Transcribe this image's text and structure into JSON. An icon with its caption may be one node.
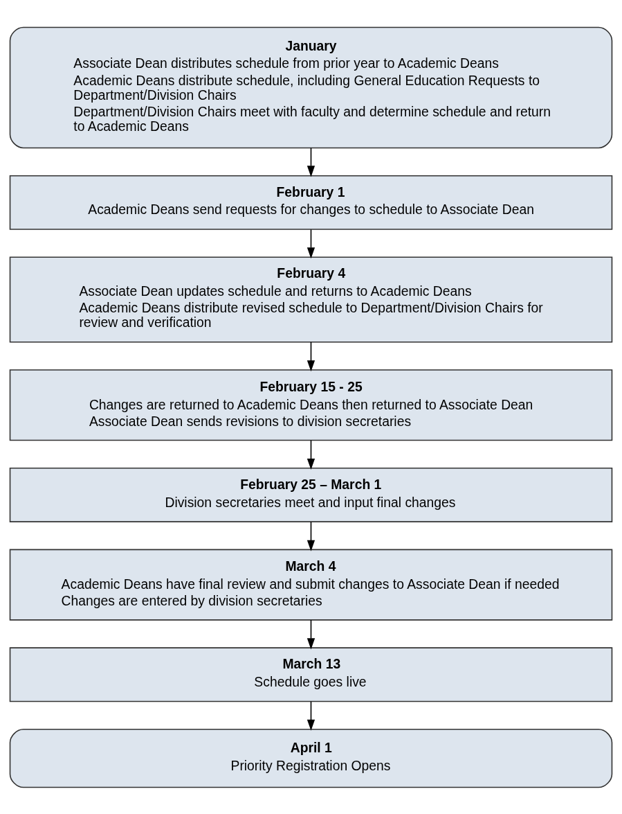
{
  "diagram": {
    "nodes": [
      {
        "text": [
          "January",
          "Associate Dean distributes schedule from prior year to Academic Deans",
          "Academic Deans distribute schedule, including General Education Requests to Department/Division Chairs",
          "Department/Division Chairs meet with faculty and determine schedule and return to Academic Deans"
        ]
      },
      {
        "text": [
          "February 1",
          "Academic Deans send requests for changes to schedule to Associate Dean"
        ]
      },
      {
        "text": [
          "February 4",
          "Associate Dean updates schedule and returns to Academic Deans",
          "Academic Deans distribute revised schedule to Department/Division Chairs for review and verification"
        ]
      },
      {
        "text": [
          "February 15 - 25",
          "Changes are returned to Academic Deans then returned to Associate Dean",
          "Associate Dean sends revisions to division secretaries"
        ]
      },
      {
        "text": [
          "February 25 – March 1",
          "Division secretaries meet and input final changes"
        ]
      },
      {
        "text": [
          "March 4",
          "Academic Deans have final review and submit changes to Associate Dean if needed",
          "Changes are entered by division secretaries"
        ]
      },
      {
        "text": [
          "March 13",
          "Schedule goes live"
        ]
      },
      {
        "text": [
          "April 1",
          "Priority Registration Opens"
        ]
      }
    ],
    "edges": [
      {
        "from": 0,
        "to": 1,
        "arrow": "to"
      },
      {
        "from": 1,
        "to": 2,
        "arrow": "to"
      },
      {
        "from": 2,
        "to": 3,
        "arrow": "to"
      },
      {
        "from": 3,
        "to": 4,
        "arrow": "to"
      },
      {
        "from": 4,
        "to": 5,
        "arrow": "to"
      },
      {
        "from": 5,
        "to": 6,
        "arrow": "to"
      },
      {
        "from": 6,
        "to": 7,
        "arrow": "to"
      }
    ]
  }
}
